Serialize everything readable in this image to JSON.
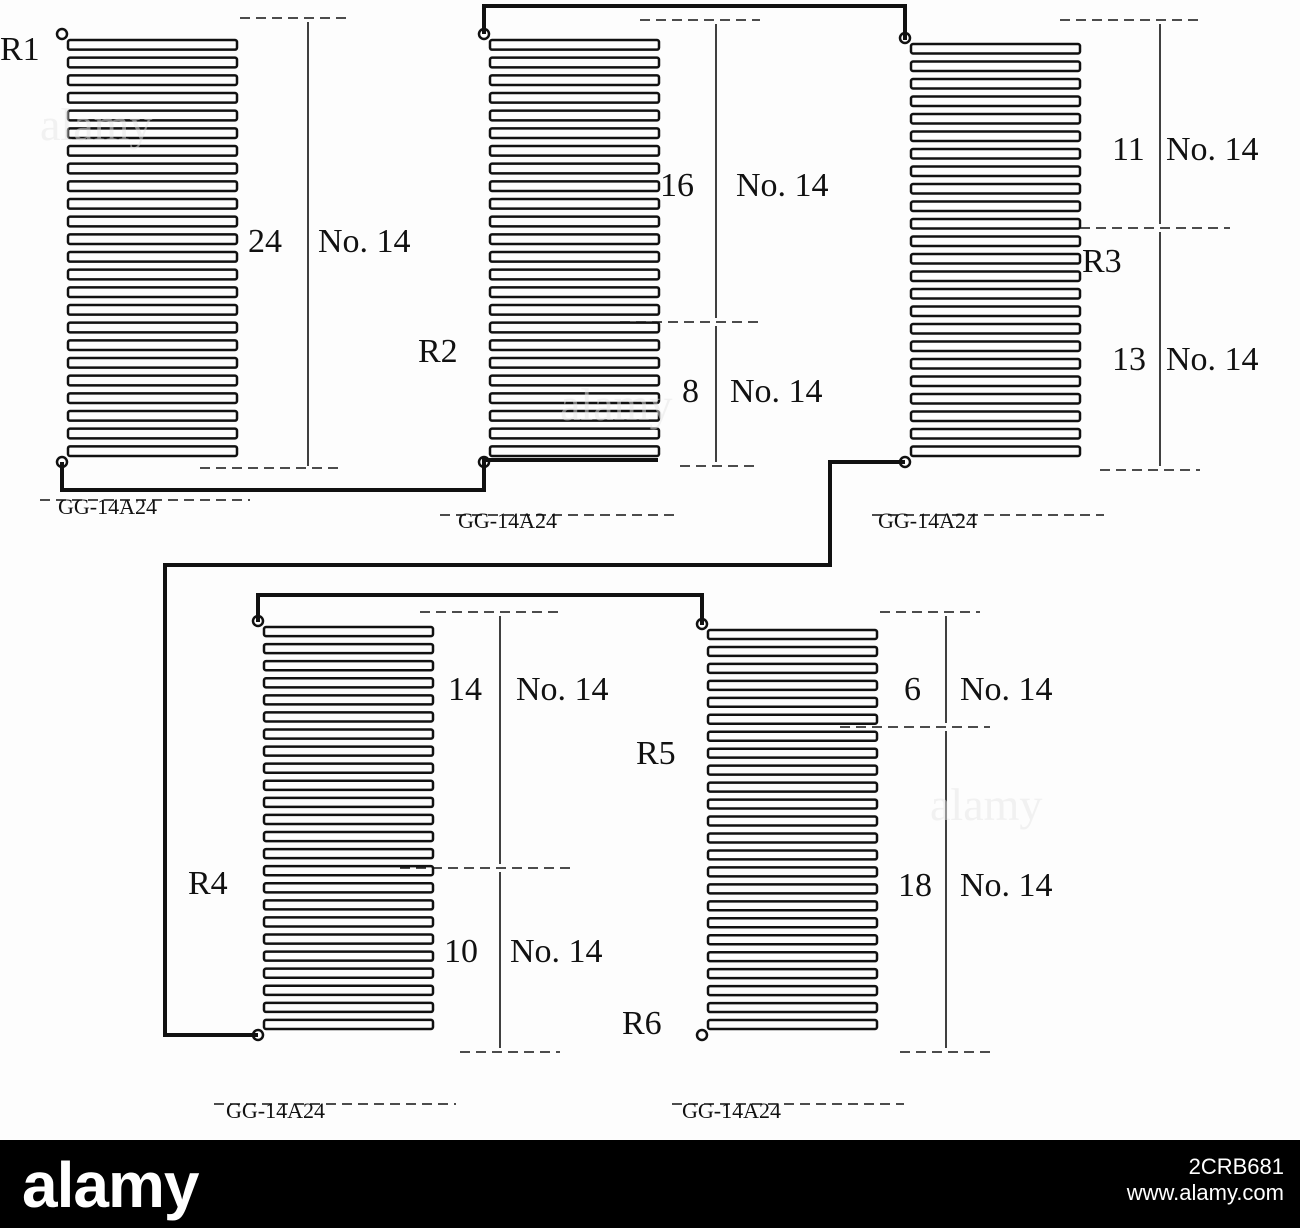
{
  "diagram": {
    "coils": [
      {
        "id": "c1",
        "range": "GG-14A24",
        "segments": [
          {
            "count": "24",
            "label": "No. 14"
          }
        ]
      },
      {
        "id": "c2",
        "range": "GG-14A24",
        "segments": [
          {
            "count": "16",
            "label": "No. 14"
          },
          {
            "count": "8",
            "label": "No. 14"
          }
        ]
      },
      {
        "id": "c3",
        "range": "GG-14A24",
        "segments": [
          {
            "count": "11",
            "label": "No. 14"
          },
          {
            "count": "13",
            "label": "No. 14"
          }
        ]
      },
      {
        "id": "c4",
        "range": "GG-14A24",
        "segments": [
          {
            "count": "14",
            "label": "No. 14"
          },
          {
            "count": "10",
            "label": "No. 14"
          }
        ]
      },
      {
        "id": "c5",
        "range": "GG-14A24",
        "segments": [
          {
            "count": "6",
            "label": "No. 14"
          },
          {
            "count": "18",
            "label": "No. 14"
          }
        ]
      }
    ],
    "taps": [
      "R1",
      "R2",
      "R3",
      "R4",
      "R5",
      "R6"
    ]
  },
  "watermark": {
    "text": "alamy"
  },
  "footer": {
    "logo": "alamy",
    "image_id": "2CRB681",
    "site": "www.alamy.com"
  },
  "colors": {
    "ink": "#111111",
    "footer_bg": "#000000",
    "footer_text": "#ffffff"
  }
}
